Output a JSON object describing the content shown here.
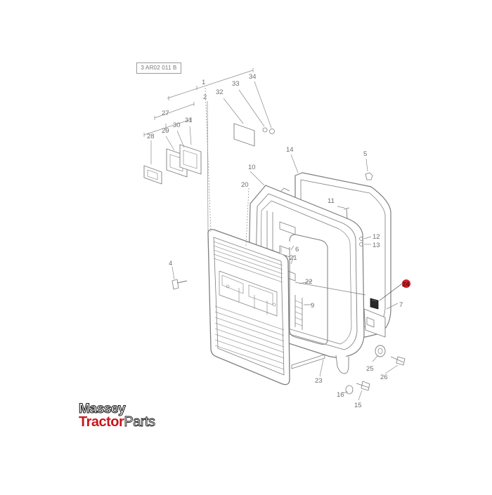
{
  "diagram": {
    "reference_code": "3 AR02 011 B",
    "highlight_color": "#d21f26",
    "line_color": "#8a8a8a",
    "callouts": [
      {
        "id": "c1",
        "label": "1"
      },
      {
        "id": "c2",
        "label": "2"
      },
      {
        "id": "c4",
        "label": "4"
      },
      {
        "id": "c5",
        "label": "5"
      },
      {
        "id": "c6",
        "label": "6"
      },
      {
        "id": "c7",
        "label": "7"
      },
      {
        "id": "c9",
        "label": "9"
      },
      {
        "id": "c10",
        "label": "10"
      },
      {
        "id": "c11",
        "label": "11"
      },
      {
        "id": "c12",
        "label": "12"
      },
      {
        "id": "c13",
        "label": "13"
      },
      {
        "id": "c14",
        "label": "14"
      },
      {
        "id": "c15",
        "label": "15"
      },
      {
        "id": "c16",
        "label": "16"
      },
      {
        "id": "c20",
        "label": "20"
      },
      {
        "id": "c21",
        "label": "21"
      },
      {
        "id": "c22",
        "label": "22"
      },
      {
        "id": "c23",
        "label": "23"
      },
      {
        "id": "c24",
        "label": "24",
        "highlighted": true
      },
      {
        "id": "c25",
        "label": "25"
      },
      {
        "id": "c26",
        "label": "26"
      },
      {
        "id": "c27",
        "label": "27"
      },
      {
        "id": "c28",
        "label": "28"
      },
      {
        "id": "c29",
        "label": "29"
      },
      {
        "id": "c30",
        "label": "30"
      },
      {
        "id": "c31",
        "label": "31"
      },
      {
        "id": "c32",
        "label": "32"
      },
      {
        "id": "c33",
        "label": "33"
      },
      {
        "id": "c34",
        "label": "34"
      }
    ]
  },
  "brand": {
    "line1": "Massey",
    "line2_a": "Tractor",
    "line2_b": "Parts",
    "accent_color": "#c8171c"
  }
}
